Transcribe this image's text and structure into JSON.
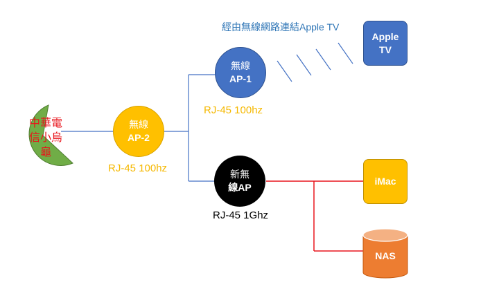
{
  "colors": {
    "blue_node": "#4472c4",
    "yellow_node": "#ffc000",
    "black_node": "#000000",
    "green_isp": "#70ad47",
    "orange_nas": "#ed7d31",
    "wire_blue": "#4472c4",
    "wire_red": "#e8141b",
    "label_yellow": "#f5b800",
    "label_blue_title": "#2e75b6",
    "isp_text": "#e8141b"
  },
  "isp": {
    "line1": "中華電",
    "line2": "信小烏",
    "line3": "龜"
  },
  "ap2": {
    "line1": "無線",
    "line2": "AP-2",
    "link_label": "RJ-45 100hz"
  },
  "ap1": {
    "line1": "無線",
    "line2": "AP-1",
    "link_label": "RJ-45 100hz"
  },
  "new_ap": {
    "line1": "新無",
    "line2": "線AP",
    "link_label": "RJ-45 1Ghz"
  },
  "wireless_caption": "經由無線網路連結Apple TV",
  "apple_tv": {
    "line1": "Apple",
    "line2": "TV"
  },
  "imac": {
    "label": "iMac"
  },
  "nas": {
    "label": "NAS"
  }
}
